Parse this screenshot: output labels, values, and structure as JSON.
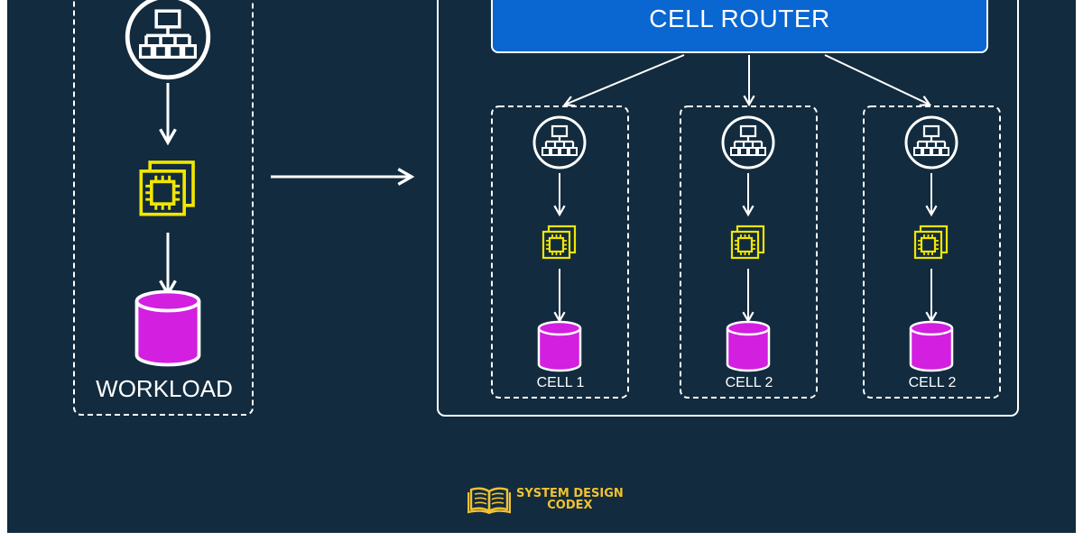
{
  "router": {
    "label": "CELL ROUTER"
  },
  "workload": {
    "label": "WORKLOAD"
  },
  "cells": [
    {
      "label": "CELL 1"
    },
    {
      "label": "CELL 2"
    },
    {
      "label": "CELL 2"
    }
  ],
  "brand": {
    "line1": "SYSTEM DESIGN",
    "line2": "CODEX"
  },
  "colors": {
    "background": "#122b3e",
    "router": "#0a66d0",
    "compute": "#f2e600",
    "database": "#d21fe0",
    "lines": "#ffffff",
    "brand": "#f2c230"
  },
  "icons": {
    "load_balancer": "hierarchy-circle-icon",
    "compute": "chip-icon",
    "database": "database-cylinder-icon",
    "brand": "open-book-icon"
  }
}
